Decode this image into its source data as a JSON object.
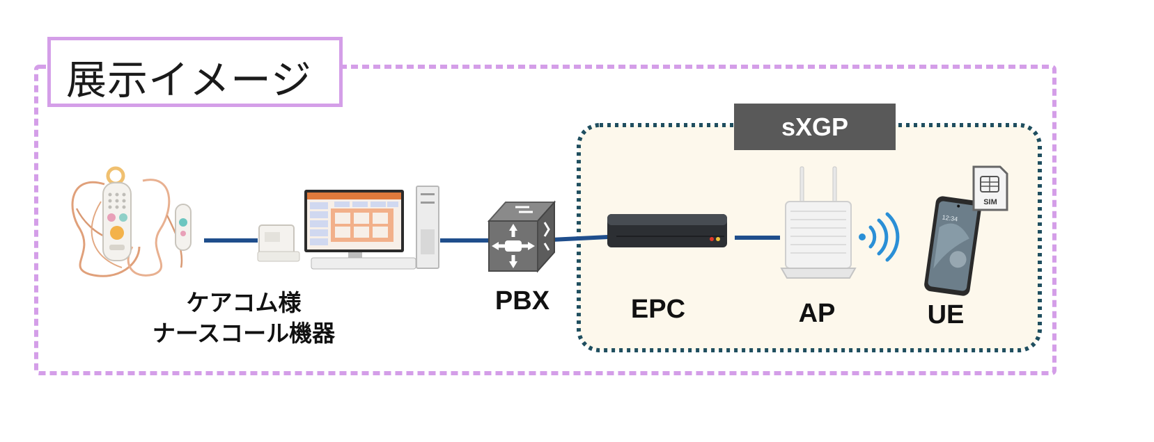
{
  "title": "展示イメージ",
  "sxgp_label": "sXGP",
  "labels": {
    "nurse_call_line1": "ケアコム様",
    "nurse_call_line2": "ナースコール機器",
    "pbx": "PBX",
    "epc": "EPC",
    "ap": "AP",
    "ue": "UE",
    "sim": "SIM"
  },
  "colors": {
    "outer_border": "#d49ee8",
    "sxgp_border": "#1f4e5f",
    "sxgp_fill": "#fdf8ec",
    "sxgp_tag": "#595959",
    "link": "#1f4e8c",
    "signal": "#2a8fd6"
  },
  "icons": [
    "nurse-call-handset-icon",
    "nurse-station-pc-icon",
    "pbx-cube-icon",
    "epc-server-icon",
    "ap-router-icon",
    "wifi-signal-icon",
    "smartphone-icon",
    "sim-card-icon"
  ]
}
